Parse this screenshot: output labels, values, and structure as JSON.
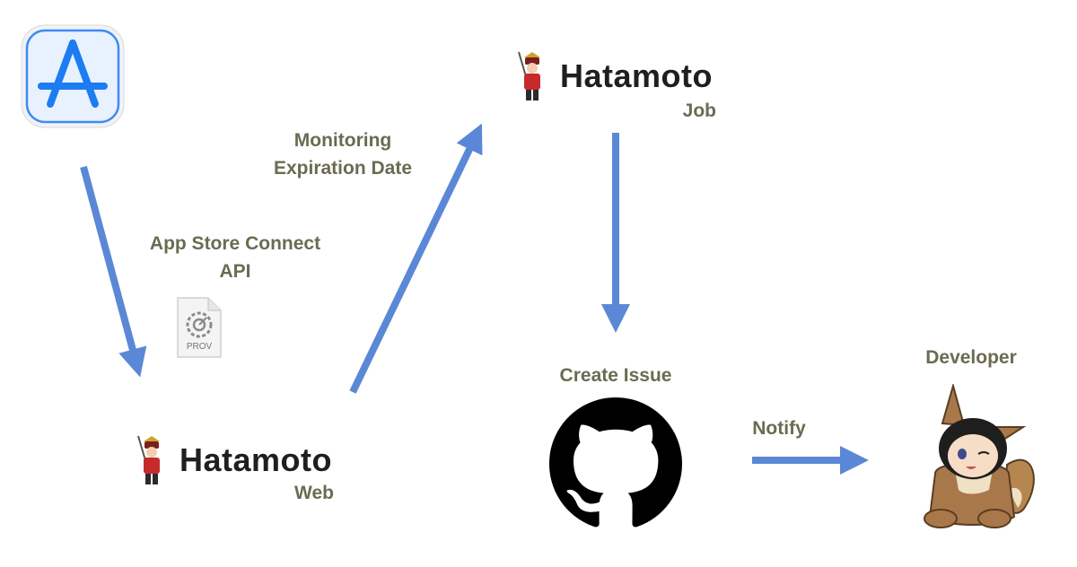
{
  "nodes": {
    "job": {
      "name": "Hatamoto",
      "sub": "Job"
    },
    "web": {
      "name": "Hatamoto",
      "sub": "Web"
    }
  },
  "labels": {
    "monitoring": [
      "Monitoring",
      "Expiration Date"
    ],
    "api": [
      "App Store Connect",
      "API"
    ],
    "create_issue": "Create Issue",
    "notify": "Notify",
    "developer": "Developer"
  },
  "file_icon_text": "PROV",
  "colors": {
    "arrow": "#5b88d6",
    "label": "#6b6b52",
    "appstore_blue": "#1d7cf2"
  }
}
